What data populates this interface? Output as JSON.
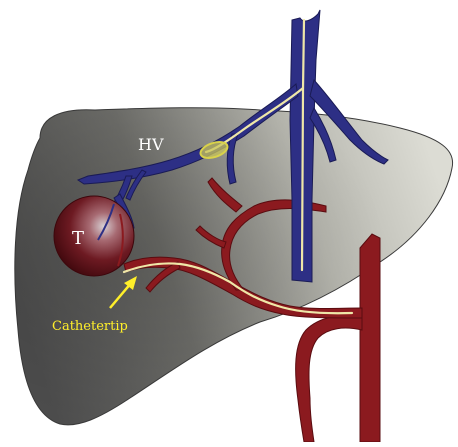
{
  "labels": {
    "hepatic_vein": "HV",
    "tumor": "T",
    "catheter_tip": "Cathetertip"
  },
  "colors": {
    "background": "#ffffff",
    "liver_dark": "#505050",
    "liver_light": "#d7d7cf",
    "vein_fill": "#2d2f85",
    "vein_dark": "#1a1b55",
    "artery_fill": "#8b1a1f",
    "artery_dark": "#5a0c10",
    "catheter": "#efe7a8",
    "tumor_center": "#c9bfc3",
    "tumor_edge": "#4a0b10",
    "annotation": "#ffef2a",
    "label_light": "#ffffff"
  }
}
